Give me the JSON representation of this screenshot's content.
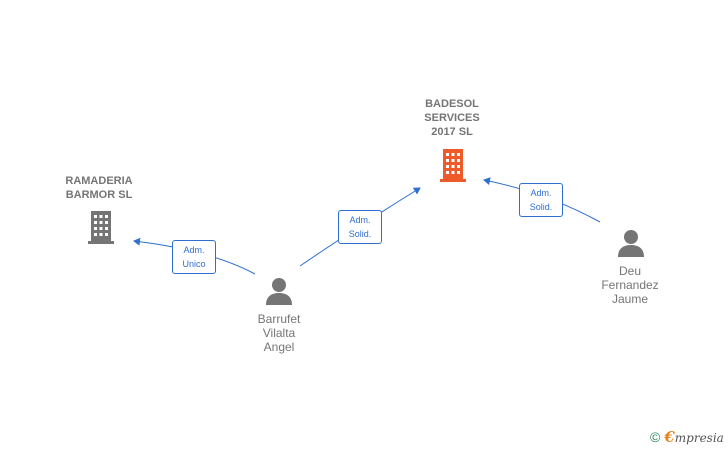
{
  "colors": {
    "edge": "#2f6fd0",
    "company_default": "#757575",
    "company_highlight": "#ef5a2a",
    "person": "#757575"
  },
  "nodes": [
    {
      "id": "ramaderia",
      "kind": "company",
      "label": "RAMADERIA\nBARMOR  SL",
      "icon": "building-icon",
      "highlight": false
    },
    {
      "id": "badesol",
      "kind": "company",
      "label": "BADESOL\nSERVICES\n2017  SL",
      "icon": "building-icon",
      "highlight": true
    },
    {
      "id": "barrufet",
      "kind": "person",
      "label": "Barrufet\nVilalta\nAngel",
      "icon": "person-icon"
    },
    {
      "id": "deu",
      "kind": "person",
      "label": "Deu\nFernandez\nJaume",
      "icon": "person-icon"
    }
  ],
  "edges": [
    {
      "from": "barrufet",
      "to": "ramaderia",
      "label": "Adm.\nUnico"
    },
    {
      "from": "barrufet",
      "to": "badesol",
      "label": "Adm.\nSolid."
    },
    {
      "from": "deu",
      "to": "badesol",
      "label": "Adm.\nSolid."
    }
  ],
  "brand": {
    "copyright": "©",
    "initial": "€",
    "name": "mpresia"
  }
}
